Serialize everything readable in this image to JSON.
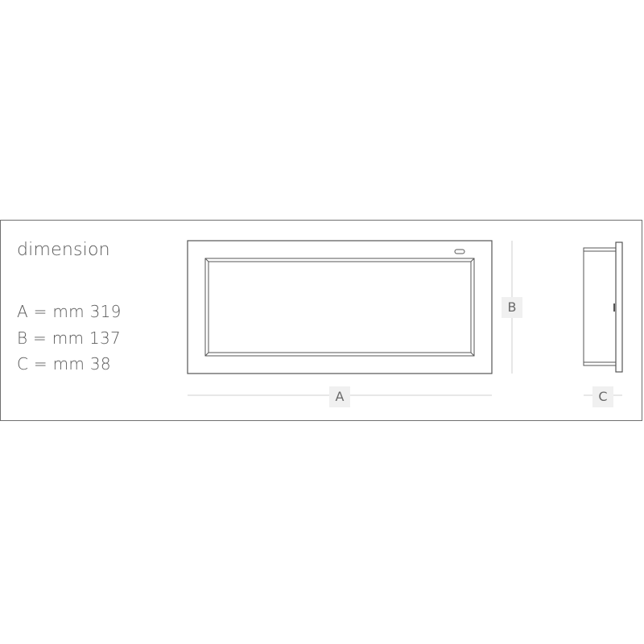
{
  "title": "dimension",
  "specs": {
    "a": "A = mm 319",
    "b": "B = mm 137",
    "c": "C = mm 38"
  },
  "labels": {
    "a": "A",
    "b": "B",
    "c": "C"
  },
  "colors": {
    "line": "#555555",
    "dim_line": "#cfcfcf",
    "label_bg": "#f0f0f0",
    "text": "#5a5a5a"
  }
}
